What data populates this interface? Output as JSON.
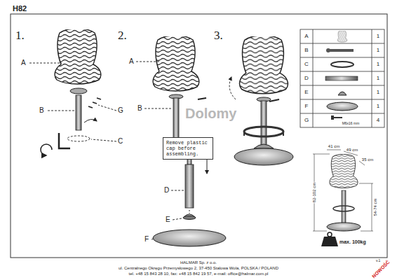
{
  "diagram": {
    "title": "H82",
    "nodes": [
      {
        "text": [
          "Remove plastic cap before assembling."
        ]
      }
    ],
    "labels": [
      "1.",
      "2.",
      "3.",
      "A",
      "B",
      "G",
      "C",
      "D",
      "E",
      "F",
      "A",
      "B",
      "A",
      "1",
      "B",
      "1",
      "C",
      "1",
      "D",
      "1",
      "E",
      "1",
      "F",
      "1",
      "G",
      "4",
      "M6x16 mm",
      "41 cm",
      "49 cm",
      "35 cm",
      "82-102 cm",
      "54-74 cm",
      "max. 100kg",
      "HALMAR Sp. z o.o.",
      "ul. Centralnego Okręgu Przemysłowego 2, 37-450 Stalowa Wola, POLSKA / POLAND",
      "tel. +48 15 843 28 10, fax: +48 15 842 19 57, e-mail: office@halmar.com.pl",
      "v.1",
      "NOWOŚĆ",
      "Dolomy"
    ]
  }
}
